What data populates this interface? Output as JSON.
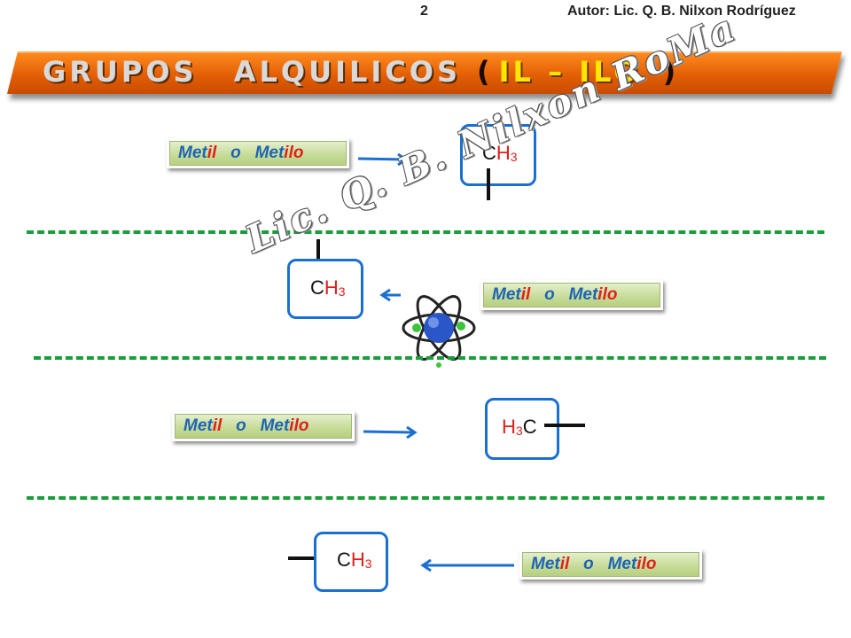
{
  "header": {
    "page_number": "2",
    "author": "Autor: Lic. Q. B.  Nilxon Rodríguez"
  },
  "banner": {
    "title_main": "GRUPOS ALQUILICOS",
    "paren_open": "(",
    "suffixes": "IL – ILO",
    "paren_close": ")"
  },
  "rows": [
    {
      "label_part1": "Met",
      "label_part2": "il",
      "label_part3": "   o   Met",
      "label_part4": "ilo",
      "formula_c": "C",
      "formula_h": "H",
      "formula_sub": "3",
      "arrow_direction": "right",
      "bond": "down"
    },
    {
      "label_part1": "Met",
      "label_part2": "il",
      "label_part3": "   o   Met",
      "label_part4": "ilo",
      "formula_c": "C",
      "formula_h": "H",
      "formula_sub": "3",
      "arrow_direction": "left",
      "bond": "up"
    },
    {
      "label_part1": "Met",
      "label_part2": "il",
      "label_part3": "   o   Met",
      "label_part4": "ilo",
      "formula_h": "H",
      "formula_sub": "3",
      "formula_c": "C",
      "arrow_direction": "right",
      "bond": "right"
    },
    {
      "label_part1": "Met",
      "label_part2": "il",
      "label_part3": "   o   Met",
      "label_part4": "ilo",
      "formula_c": "C",
      "formula_h": "H",
      "formula_sub": "3",
      "arrow_direction": "left",
      "bond": "left"
    }
  ],
  "watermark": {
    "text": "Lic. Q. B.  Nilxon RoMa"
  },
  "colors": {
    "banner": "#e25e06",
    "label_text": "#1e64b4",
    "label_accent": "#e0201c",
    "box_border": "#1a6fd0",
    "arrow": "#1a6fd0",
    "dash": "#1a9e3a"
  }
}
